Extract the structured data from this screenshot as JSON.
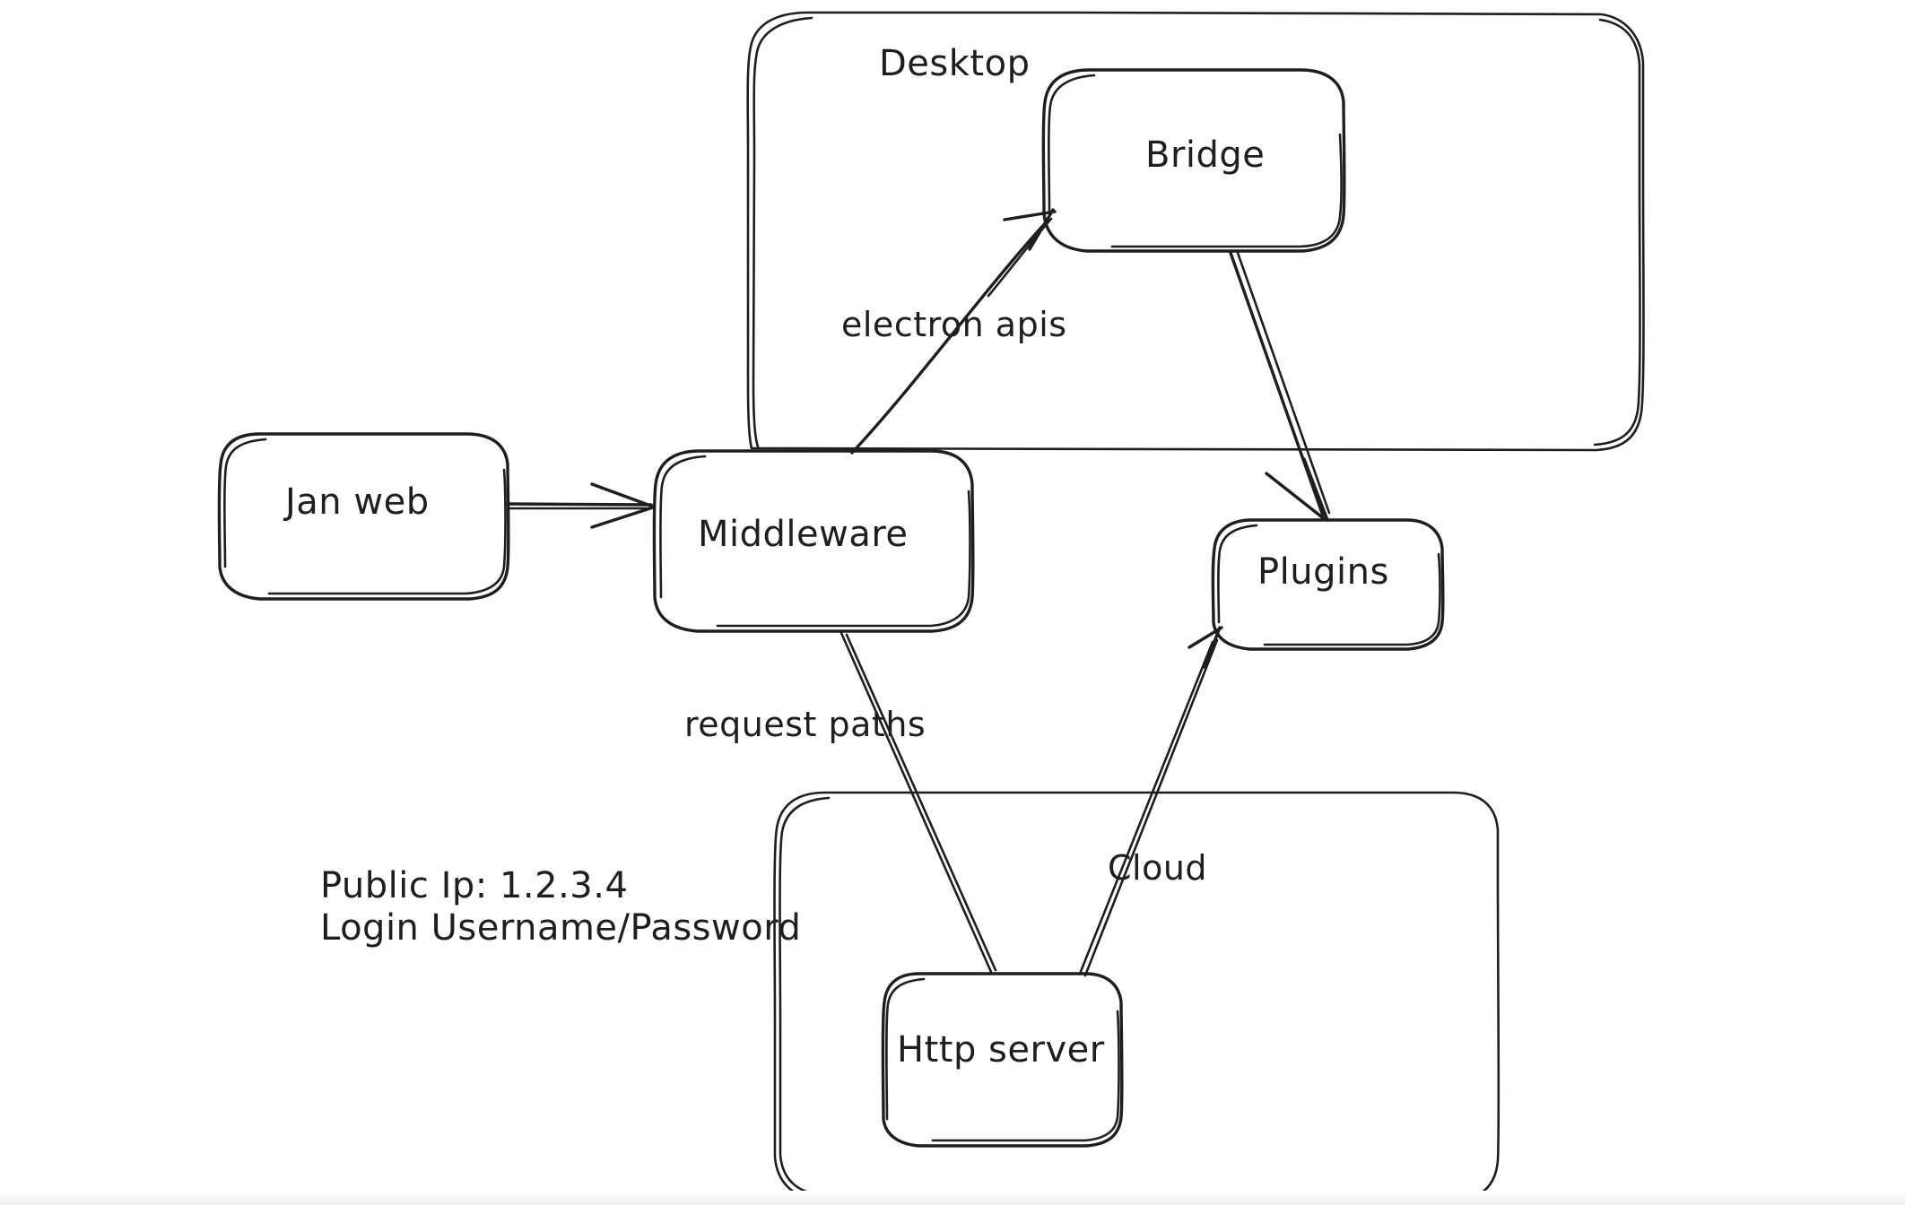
{
  "diagram": {
    "type": "architecture-flow",
    "style": "hand-drawn-whiteboard",
    "background_color": "#ffffff",
    "stroke_color": "#1e1e1e",
    "containers": [
      {
        "id": "desktop",
        "label": "Desktop",
        "contains": [
          "bridge"
        ]
      },
      {
        "id": "cloud",
        "label": "",
        "contains": [
          "http-server"
        ]
      }
    ],
    "nodes": [
      {
        "id": "jan-web",
        "label": "Jan web"
      },
      {
        "id": "middleware",
        "label": "Middleware"
      },
      {
        "id": "bridge",
        "label": "Bridge"
      },
      {
        "id": "plugins",
        "label": "Plugins"
      },
      {
        "id": "http-server",
        "label": "Http server"
      }
    ],
    "edges": [
      {
        "id": "e1",
        "from": "jan-web",
        "to": "middleware",
        "label": "",
        "arrow": true
      },
      {
        "id": "e2",
        "from": "middleware",
        "to": "bridge",
        "label": "electron apis",
        "arrow": true
      },
      {
        "id": "e3",
        "from": "bridge",
        "to": "plugins",
        "label": "",
        "arrow": true
      },
      {
        "id": "e4",
        "from": "middleware",
        "to": "http-server",
        "label": "request paths",
        "arrow": false
      },
      {
        "id": "e5",
        "from": "http-server",
        "to": "plugins",
        "label": "Cloud",
        "arrow": true
      }
    ],
    "edge_labels": {
      "electron_apis": "electron apis",
      "request_paths": "request paths",
      "cloud": "Cloud"
    },
    "notes": {
      "public_ip_line": "Public Ip: 1.2.3.4",
      "login_line": "Login Username/Password"
    }
  }
}
